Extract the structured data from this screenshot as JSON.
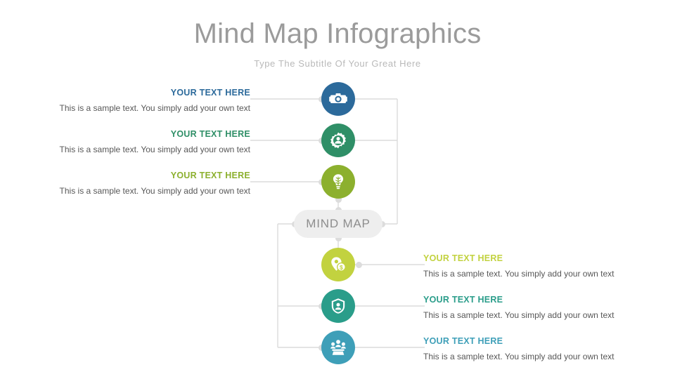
{
  "header": {
    "title": "Mind Map Infographics",
    "subtitle": "Type The Subtitle Of Your Great Here"
  },
  "center": {
    "label": "MIND MAP"
  },
  "colors": {
    "title": "#9b9b9b",
    "subtitle": "#b9b9b9",
    "body_text": "#575757",
    "center_bg": "#eeeeee",
    "center_text": "#8d8d8d",
    "connector": "#dcdcdc"
  },
  "branches": [
    {
      "id": "branch-1",
      "side": "left",
      "icon": "camera-icon",
      "color": "#2c6a9b",
      "heading": "YOUR TEXT HERE",
      "body": "This is a sample text.  You simply add your own text"
    },
    {
      "id": "branch-2",
      "side": "left",
      "icon": "gear-user-icon",
      "color": "#2f8f67",
      "heading": "YOUR TEXT HERE",
      "body": "This is a sample text.  You simply add your own text"
    },
    {
      "id": "branch-3",
      "side": "left",
      "icon": "brain-idea-icon",
      "color": "#8cb02e",
      "heading": "YOUR TEXT HERE",
      "body": "This is a sample text.  You simply add your own text"
    },
    {
      "id": "branch-4",
      "side": "right",
      "icon": "price-tag-dollar-icon",
      "color": "#c2d23f",
      "heading": "YOUR TEXT HERE",
      "body": "This is a sample text.  You simply add your own text"
    },
    {
      "id": "branch-5",
      "side": "right",
      "icon": "shield-person-icon",
      "color": "#2a9d8a",
      "heading": "YOUR TEXT HERE",
      "body": "This is a sample text.  You simply add your own text"
    },
    {
      "id": "branch-6",
      "side": "right",
      "icon": "team-podium-icon",
      "color": "#3e9fb8",
      "heading": "YOUR TEXT HERE",
      "body": "This is a sample text.  You simply add your own text"
    }
  ]
}
